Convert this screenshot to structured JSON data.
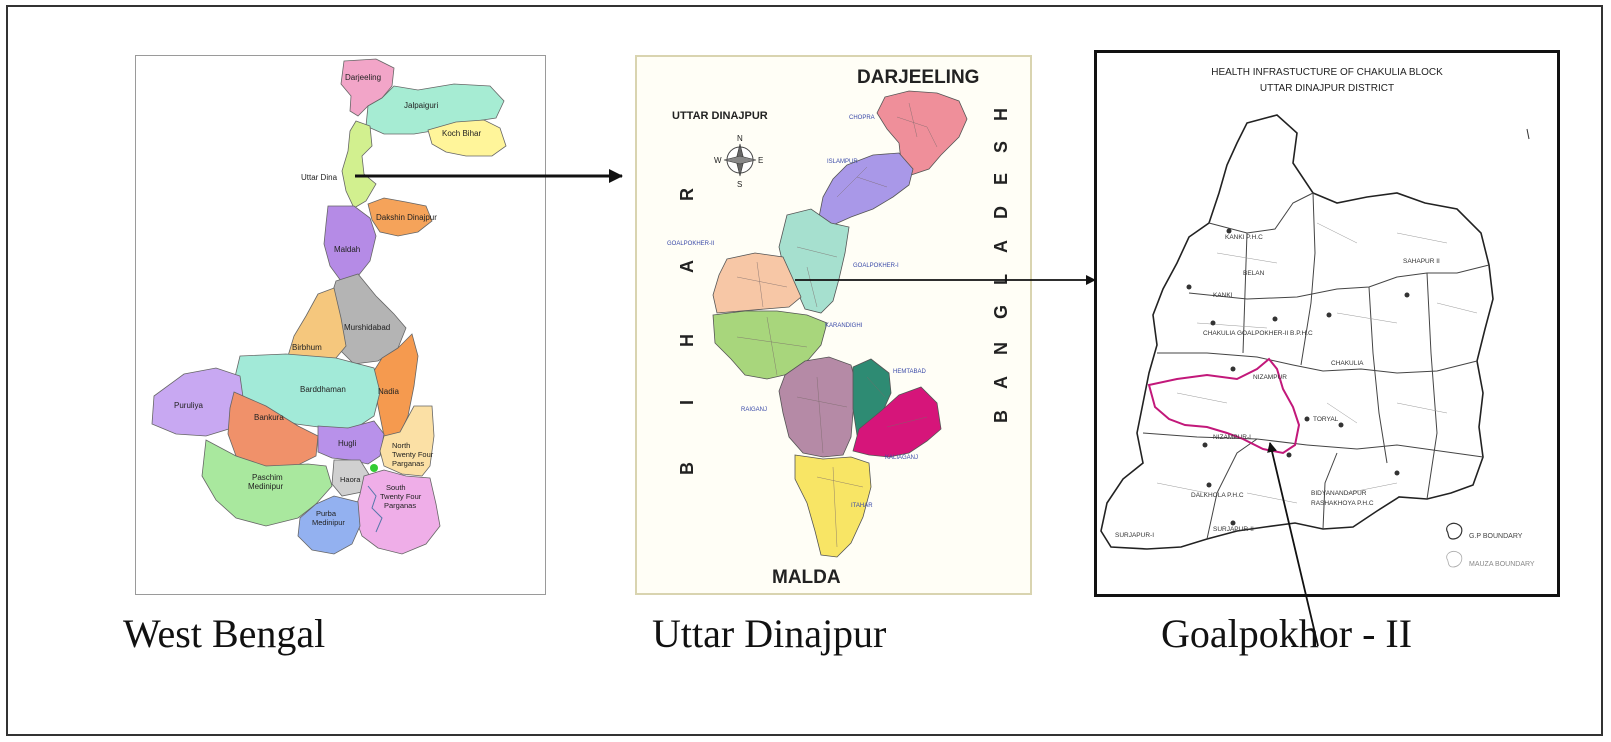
{
  "captions": {
    "left": "West Bengal",
    "middle": "Uttar Dinajpur",
    "right": "Goalpokhor - II"
  },
  "west_bengal_map": {
    "districts": [
      "Darjeeling",
      "Jalpaiguri",
      "Koch Bihar",
      "Uttar Dinajpur",
      "Dakshin Dinajpur",
      "Maldah",
      "Murshidabad",
      "Birbhum",
      "Barddhaman",
      "Nadia",
      "Puruliya",
      "Bankura",
      "Hugli",
      "North Twenty Four Parganas",
      "Paschim Medinipur",
      "Haora",
      "South Twenty Four Parganas",
      "Purba Medinipur"
    ],
    "label_uttar": "Uttar Dina",
    "label_north_1": "North",
    "label_north_2": "Twenty Four",
    "label_north_3": "Parganas",
    "label_paschim_1": "Paschim",
    "label_paschim_2": "Medinipur",
    "label_south_1": "South",
    "label_south_2": "Twenty Four",
    "label_south_3": "Parganas",
    "label_purba_1": "Purba",
    "label_purba_2": "Medinipur",
    "colors": {
      "darjeeling": "#f2a5c8",
      "jalpaiguri": "#a6ecd3",
      "kochbihar": "#fff59a",
      "uttar": "#d2f08f",
      "dakshin": "#f5a35a",
      "maldah": "#b58be6",
      "murshidabad": "#b4b4b4",
      "birbhum": "#f5c77d",
      "barddhaman": "#a2ead8",
      "nadia": "#f59a4f",
      "puruliya": "#c8a8f2",
      "bankura": "#f0916a",
      "hugli": "#b891ea",
      "north24": "#fbe0a5",
      "paschim": "#a9e89e",
      "haora": "#d0d0d0",
      "south24": "#efaee8",
      "purba": "#93b1f0"
    }
  },
  "uttar_dinajpur_map": {
    "top_label": "DARJEELING",
    "bottom_label": "MALDA",
    "left_letters": [
      "B",
      "I",
      "H",
      "A",
      "R"
    ],
    "right_letters": [
      "B",
      "A",
      "N",
      "G",
      "L",
      "A",
      "D",
      "E",
      "S",
      "H"
    ],
    "title": "UTTAR DINAJPUR",
    "compass": {
      "n": "N",
      "s": "S",
      "e": "E",
      "w": "W"
    },
    "blocks": [
      "CHOPRA",
      "ISLAMPUR",
      "GOALPOKHER-II",
      "GOALPOKHER-I",
      "KARANDIGHI",
      "HEMTABAD",
      "RAIGANJ",
      "KALIAGANJ",
      "ITAHAR"
    ],
    "colors": {
      "chopra": "#ef8f9a",
      "islampur": "#a998e8",
      "goalpokher1": "#a6e0cf",
      "goalpokher2": "#f7c7a6",
      "karandighi": "#a8d67c",
      "raiganj": "#b58aa6",
      "hemtabad": "#2e8b73",
      "kaliaganj": "#d6157a",
      "itahar": "#f8e565"
    }
  },
  "chakulia_map": {
    "title_line1": "HEALTH INFRASTUCTURE OF CHAKULIA BLOCK",
    "title_line2": "UTTAR DINAJPUR DISTRICT",
    "place_labels": [
      "KANKI P.H.C",
      "BELAN",
      "KANKI",
      "CHAKULIA GOALPOKHER-II B.P.H.C",
      "NIZAMPUR",
      "CHAKULIA",
      "NIZAMPUR-I",
      "TORYAL",
      "DALKHOLA P.H.C",
      "SURJAPUR-I",
      "SURJAPUR-II",
      "BIDYANANDAPUR",
      "RASHAKHOYA P.H.C",
      "SAHAPUR II"
    ],
    "legend": [
      "G.P BOUNDARY",
      "MAUZA BOUNDARY"
    ],
    "highlight_color": "#c2187a"
  }
}
